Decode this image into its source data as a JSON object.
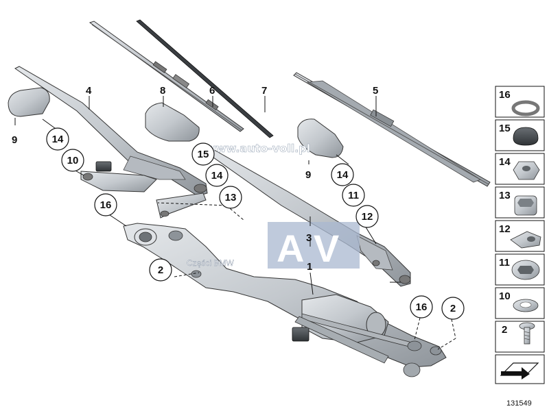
{
  "diagram": {
    "callouts": [
      {
        "id": "c9a",
        "label": "9"
      },
      {
        "id": "c14a",
        "label": "14"
      },
      {
        "id": "c10",
        "label": "10"
      },
      {
        "id": "c16a",
        "label": "16"
      },
      {
        "id": "c4",
        "label": "4"
      },
      {
        "id": "c8",
        "label": "8"
      },
      {
        "id": "c6",
        "label": "6"
      },
      {
        "id": "c7",
        "label": "7"
      },
      {
        "id": "c5",
        "label": "5"
      },
      {
        "id": "c15",
        "label": "15"
      },
      {
        "id": "c14b",
        "label": "14"
      },
      {
        "id": "c13",
        "label": "13"
      },
      {
        "id": "c9b",
        "label": "9"
      },
      {
        "id": "c14c",
        "label": "14"
      },
      {
        "id": "c11",
        "label": "11"
      },
      {
        "id": "c12",
        "label": "12"
      },
      {
        "id": "c3",
        "label": "3"
      },
      {
        "id": "c2a",
        "label": "2"
      },
      {
        "id": "c1",
        "label": "1"
      },
      {
        "id": "c16b",
        "label": "16"
      },
      {
        "id": "c2b",
        "label": "2"
      }
    ],
    "watermark_url": "www.auto-voll.pl",
    "watermark_letters": "A V",
    "watermark_brand": "Części BMW",
    "diagram_number": "131549"
  },
  "legend": {
    "items": [
      {
        "number": "16",
        "part": "seal-ring"
      },
      {
        "number": "15",
        "part": "cap"
      },
      {
        "number": "14",
        "part": "hex-nut"
      },
      {
        "number": "13",
        "part": "threaded-bushing"
      },
      {
        "number": "12",
        "part": "washer-tab"
      },
      {
        "number": "11",
        "part": "hex-sleeve"
      },
      {
        "number": "10",
        "part": "flat-washer"
      },
      {
        "number": "2",
        "part": "screw"
      }
    ]
  },
  "colors": {
    "part_fill": "#c9cdd2",
    "part_shade": "#9ea4aa",
    "part_dark": "#5f6468",
    "line": "#111111",
    "watermark_box": "#aab8d0"
  }
}
